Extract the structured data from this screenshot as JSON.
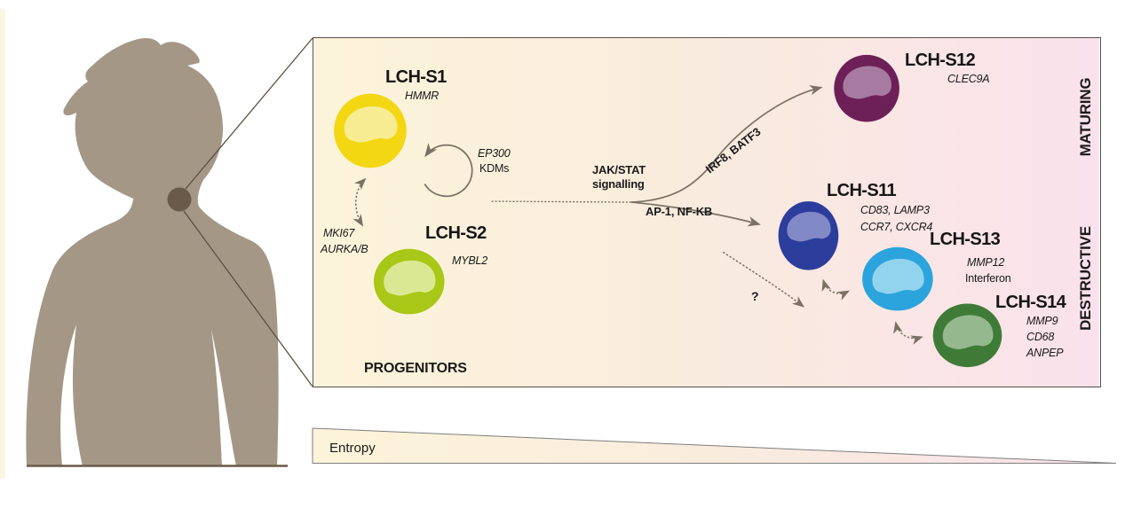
{
  "diagram": {
    "arrow_color": "#7b7164",
    "text_color": "#1a1a1a",
    "panel_bg_left": "#fcf4da",
    "panel_bg_mid": "#f9ecdd",
    "panel_bg_right": "#fae1ec",
    "silhouette": {
      "body_color": "#a49786",
      "lesion_color": "#6a5a49",
      "line_color": "#5c4f42"
    },
    "section_labels": {
      "progenitors": "PROGENITORS",
      "maturing": "MATURING",
      "destructive": "DESTRUCTIVE"
    },
    "entropy_label": "Entropy",
    "cells": {
      "s1": {
        "name": "LCH-S1",
        "markers": [
          "HMMR"
        ],
        "colors": {
          "outer": "#f2d712",
          "inner": "#f7ec92"
        }
      },
      "s2": {
        "name": "LCH-S2",
        "markers": [
          "MYBL2"
        ],
        "colors": {
          "outer": "#a9c717",
          "inner": "#dbe893"
        }
      },
      "s12": {
        "name": "LCH-S12",
        "markers": [
          "CLEC9A"
        ],
        "colors": {
          "outer": "#6d2057",
          "inner": "#a77ba1"
        }
      },
      "s11": {
        "name": "LCH-S11",
        "markers": [
          "CD83, LAMP3",
          "CCR7, CXCR4"
        ],
        "colors": {
          "outer": "#2c3d9c",
          "inner": "#8289c7"
        }
      },
      "s13": {
        "name": "LCH-S13",
        "markers": [
          "MMP12",
          "Interferon"
        ],
        "colors": {
          "outer": "#2ba4dd",
          "inner": "#92d3ee"
        }
      },
      "s14": {
        "name": "LCH-S14",
        "markers": [
          "MMP9",
          "CD68",
          "ANPEP"
        ],
        "colors": {
          "outer": "#3f7b37",
          "inner": "#95b88e"
        }
      }
    },
    "transitions": {
      "self_renewal": {
        "lines": [
          "EP300",
          "KDMs"
        ]
      },
      "s1_s2_cycle": {
        "lines": [
          "MKI67",
          "AURKA/B"
        ]
      },
      "jak_stat": {
        "lines": [
          "JAK/STAT",
          "signalling"
        ]
      },
      "ap1_nfkb": {
        "label": "AP-1, NF-KB"
      },
      "irf8_batf3": {
        "label": "IRF8, BATF3"
      },
      "unknown": {
        "label": "?"
      }
    }
  }
}
